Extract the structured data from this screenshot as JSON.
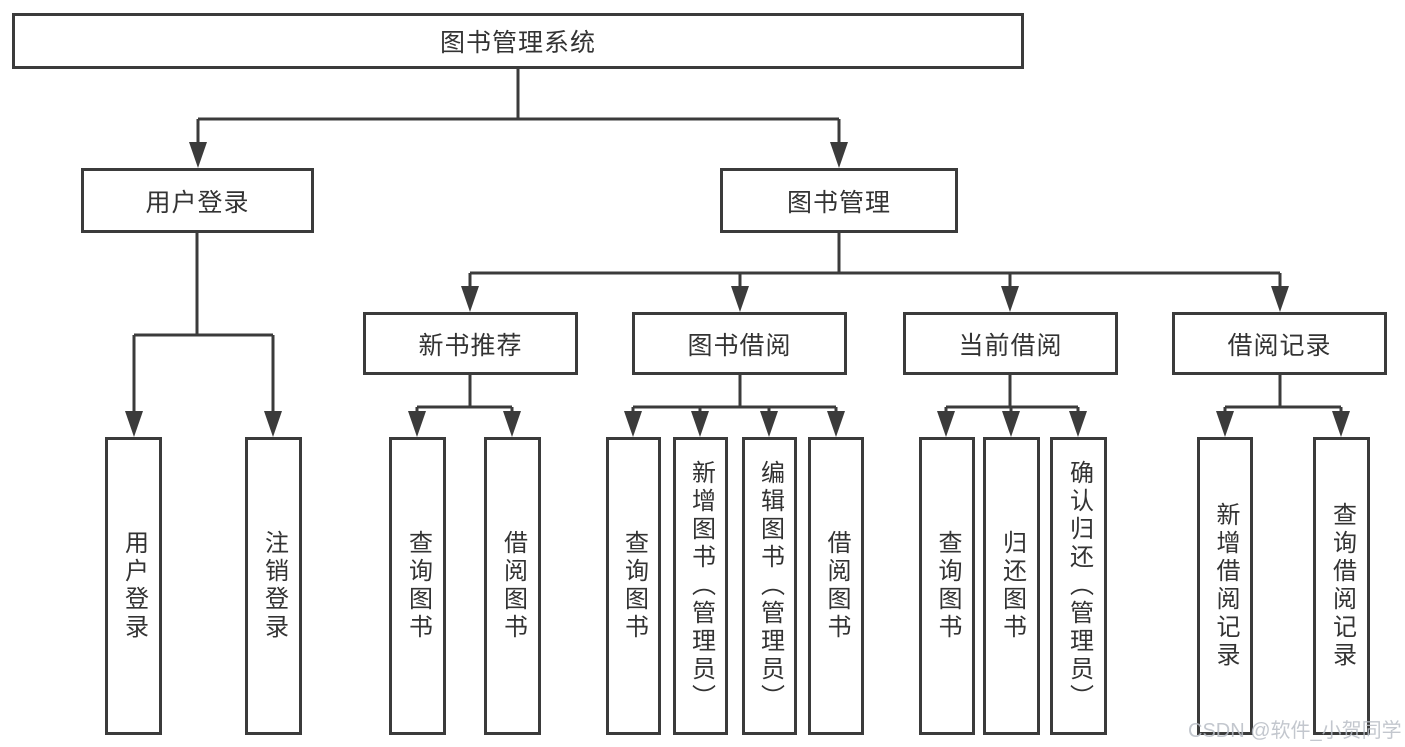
{
  "diagram": {
    "title": "图书管理系统",
    "branches": [
      {
        "label": "用户登录",
        "children": [
          "用户登录",
          "注销登录"
        ]
      },
      {
        "label": "图书管理",
        "groups": [
          {
            "label": "新书推荐",
            "children": [
              "查询图书",
              "借阅图书"
            ]
          },
          {
            "label": "图书借阅",
            "children": [
              "查询图书",
              "新增图书（管理员）",
              "编辑图书（管理员）",
              "借阅图书"
            ]
          },
          {
            "label": "当前借阅",
            "children": [
              "查询图书",
              "归还图书",
              "确认归还（管理员）"
            ]
          },
          {
            "label": "借阅记录",
            "children": [
              "新增借阅记录",
              "查询借阅记录"
            ]
          }
        ]
      }
    ]
  },
  "watermark": "CSDN @软件_小贺同学",
  "colors": {
    "line": "#3b3b3b",
    "text": "#333333",
    "watermark": "#b9bec6",
    "background": "#ffffff"
  }
}
